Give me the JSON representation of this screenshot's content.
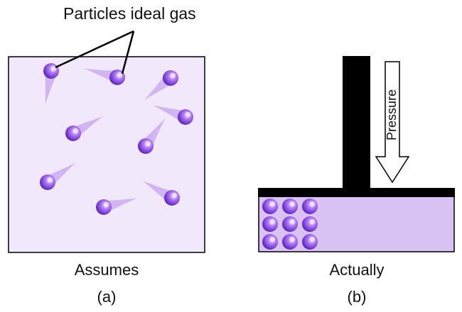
{
  "callout_label": "Particles ideal gas",
  "panel_a": {
    "caption": "Assumes",
    "part_label": "(a)"
  },
  "panel_b": {
    "caption": "Actually",
    "part_label": "(b)",
    "arrow_label": "Pressure"
  },
  "colors": {
    "box_a_fill": "#f1e8fc",
    "cylinder_fill": "#d9c2f4",
    "particle_dark": "#5a1fc8",
    "particle_light": "#d8b6ff",
    "trail": "#a97ae0",
    "edge": "#000000"
  }
}
